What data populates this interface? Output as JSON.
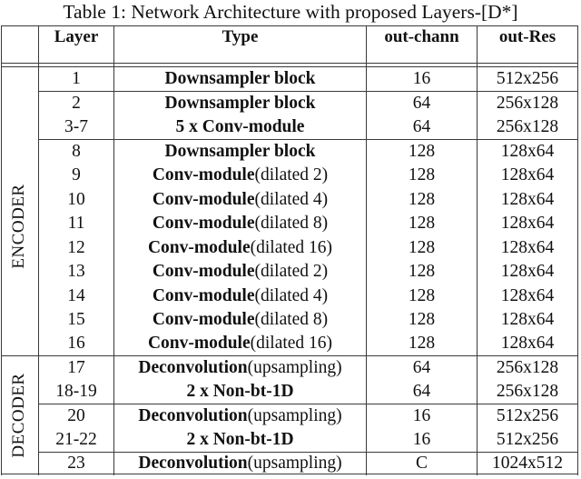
{
  "caption": "Table 1: Network Architecture with proposed Layers-[D*]",
  "headers": {
    "section": "",
    "layer": "Layer",
    "type": "Type",
    "out_chann": "out-chann",
    "out_res": "out-Res"
  },
  "sections": {
    "encoder": "ENCODER",
    "decoder": "DECODER"
  },
  "rows": [
    {
      "layer": "1",
      "type_bold": "Downsampler block",
      "type_rest": "",
      "out_chann": "16",
      "out_res": "512x256"
    },
    {
      "layer": "2",
      "type_bold": "Downsampler block",
      "type_rest": "",
      "out_chann": "64",
      "out_res": "256x128"
    },
    {
      "layer": "3-7",
      "type_bold": "5 x Conv-module",
      "type_rest": "",
      "out_chann": "64",
      "out_res": "256x128"
    },
    {
      "layer": "8",
      "type_bold": "Downsampler block",
      "type_rest": "",
      "out_chann": "128",
      "out_res": "128x64"
    },
    {
      "layer": "9",
      "type_bold": "Conv-module",
      "type_rest": "(dilated 2)",
      "out_chann": "128",
      "out_res": "128x64"
    },
    {
      "layer": "10",
      "type_bold": "Conv-module",
      "type_rest": "(dilated 4)",
      "out_chann": "128",
      "out_res": "128x64"
    },
    {
      "layer": "11",
      "type_bold": "Conv-module",
      "type_rest": "(dilated 8)",
      "out_chann": "128",
      "out_res": "128x64"
    },
    {
      "layer": "12",
      "type_bold": "Conv-module",
      "type_rest": "(dilated 16)",
      "out_chann": "128",
      "out_res": "128x64"
    },
    {
      "layer": "13",
      "type_bold": "Conv-module",
      "type_rest": "(dilated 2)",
      "out_chann": "128",
      "out_res": "128x64"
    },
    {
      "layer": "14",
      "type_bold": "Conv-module",
      "type_rest": "(dilated 4)",
      "out_chann": "128",
      "out_res": "128x64"
    },
    {
      "layer": "15",
      "type_bold": "Conv-module",
      "type_rest": "(dilated 8)",
      "out_chann": "128",
      "out_res": "128x64"
    },
    {
      "layer": "16",
      "type_bold": "Conv-module",
      "type_rest": "(dilated 16)",
      "out_chann": "128",
      "out_res": "128x64"
    },
    {
      "layer": "17",
      "type_bold": "Deconvolution",
      "type_rest": "(upsampling)",
      "out_chann": "64",
      "out_res": "256x128"
    },
    {
      "layer": "18-19",
      "type_bold": "2 x Non-bt-1D",
      "type_rest": "",
      "out_chann": "64",
      "out_res": "256x128"
    },
    {
      "layer": "20",
      "type_bold": "Deconvolution",
      "type_rest": "(upsampling)",
      "out_chann": "16",
      "out_res": "512x256"
    },
    {
      "layer": "21-22",
      "type_bold": "2 x Non-bt-1D",
      "type_rest": "",
      "out_chann": "16",
      "out_res": "512x256"
    },
    {
      "layer": "23",
      "type_bold": "Deconvolution",
      "type_rest": "(upsampling)",
      "out_chann": "C",
      "out_res": "1024x512"
    }
  ]
}
